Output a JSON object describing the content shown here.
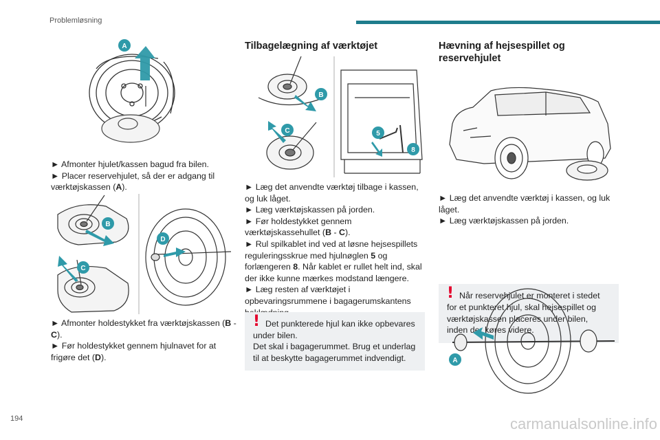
{
  "header": {
    "section": "Problemløsning",
    "accent_color": "#1e7c8c"
  },
  "page_number": "194",
  "watermark": "carmanualsonline.info",
  "callout_color": "#2f9aa9",
  "warning_color": "#e4002b",
  "left": {
    "fig1_labels": [
      "A"
    ],
    "text1": [
      "► Afmonter hjulet/kassen bagud fra bilen.",
      "► Placer reservehjulet, så der er adgang til værktøjskassen (",
      "A",
      ")."
    ],
    "fig2_labels": [
      "B",
      "C",
      "D"
    ],
    "text2": [
      "► Afmonter holdestykket fra værktøjskassen (",
      "B",
      " - ",
      "C",
      ").",
      "► Før holdestykket gennem hjulnavet for at frigøre det (",
      "D",
      ")."
    ]
  },
  "middle": {
    "title": "Tilbagelægning af værktøjet",
    "fig_labels": [
      "B",
      "C",
      "5",
      "8"
    ],
    "p1": "► Læg det anvendte værktøj tilbage i kassen, og luk låget.",
    "p2": "► Læg værktøjskassen på jorden.",
    "p3a": "► Før holdestykket gennem værktøjskassehullet (",
    "p3b": "B",
    "p3c": " - ",
    "p3d": "C",
    "p3e": ").",
    "p4a": "► Rul spilkablet ind ved at løsne hejsespillets reguleringsskrue med hjulnøglen ",
    "p4b": "5",
    "p4c": " og forlængeren ",
    "p4d": "8",
    "p4e": ". Når kablet er rullet helt ind, skal der ikke kunne mærkes modstand længere.",
    "p5": "► Læg resten af værktøjet i opbevaringsrummene i bagagerumskantens beklædning.",
    "warning_first": "Det punkterede hjul kan ikke opbevares under bilen.",
    "warning_rest": "Det skal i bagagerummet. Brug et underlag til at beskytte bagagerummet indvendigt."
  },
  "right": {
    "title": "Hævning af hejsespillet og reservehjulet",
    "p1": "► Læg det anvendte værktøj i kassen, og luk låget.",
    "p2": "► Læg værktøjskassen på jorden.",
    "warning_first": "Når reservehjulet er monteret i stedet for et punkteret hjul, skal hejsespillet og værktøjskassen placeres under bilen, inden der køres videre.",
    "fig_labels": [
      "A"
    ]
  }
}
